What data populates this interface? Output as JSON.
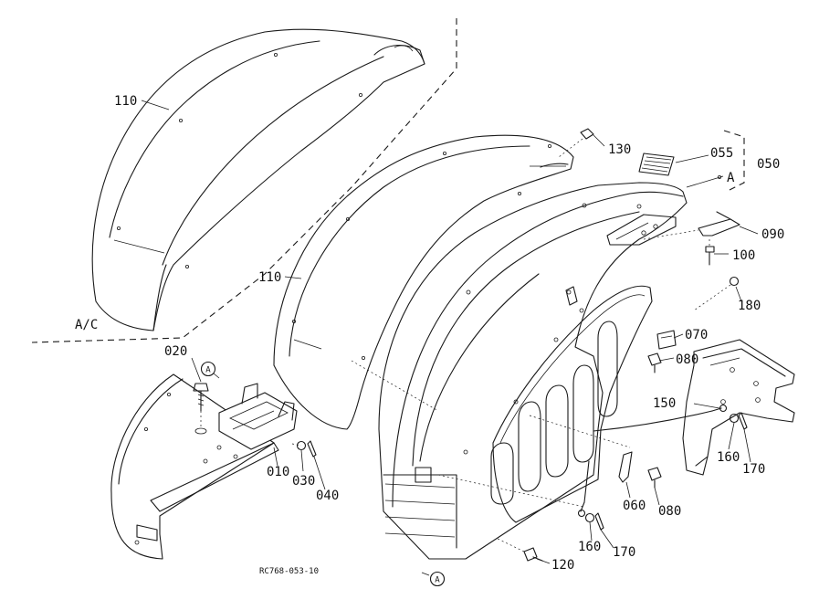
{
  "labels": {
    "p110a": "110",
    "p110b": "110",
    "ac": "A/C",
    "p020": "020",
    "p130": "130",
    "p055": "055",
    "p050": "050",
    "refA": "A",
    "p090": "090",
    "p100": "100",
    "p180": "180",
    "p070": "070",
    "p080a": "080",
    "p150": "150",
    "p160a": "160",
    "p170a": "170",
    "p010": "010",
    "p030": "030",
    "p040": "040",
    "p060": "060",
    "p080b": "080",
    "p160b": "160",
    "p170b": "170",
    "p120": "120",
    "circA1": "A",
    "circA2": "A",
    "code": "RC768-053-10"
  }
}
